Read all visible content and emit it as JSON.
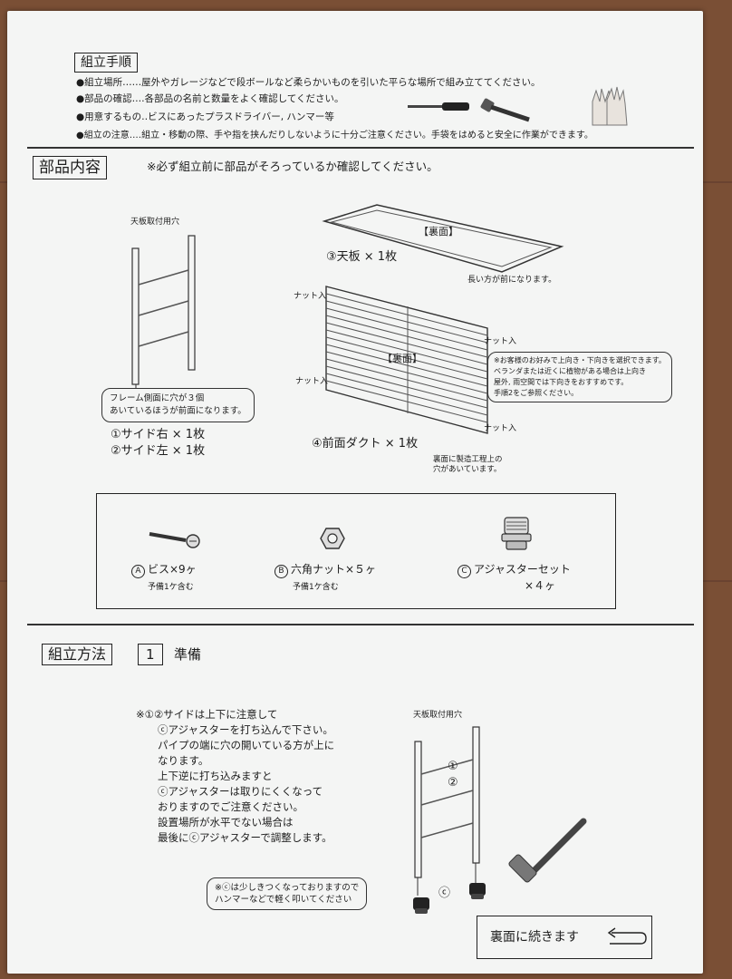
{
  "header": {
    "section_title": "組立手順",
    "bullets": [
      "●組立場所‥‥‥屋外やガレージなどで段ボールなど柔らかいものを引いた平らな場所で組み立ててください。",
      "●部品の確認‥‥各部品の名前と数量をよく確認してください。",
      "●用意するもの‥ビスにあったプラスドライバー, ハンマー等",
      "●組立の注意‥‥組立・移動の際、手や指を挟んだりしないように十分ご注意ください。手袋をはめると安全に作業ができます。"
    ]
  },
  "parts": {
    "section_title": "部品内容",
    "check_note": "※必ず組立前に部品がそろっているか確認してください。",
    "hole_label": "天板取付用穴",
    "frame_callout_line1": "フレーム側面に穴が３個",
    "frame_callout_line2": "あいているほうが前面になります。",
    "side_right": "①サイド右 × 1枚",
    "side_left": "②サイド左 × 1枚",
    "top_panel_back": "【裏面】",
    "top_panel": "③天板 × 1枚",
    "long_side_note": "長い方が前になります。",
    "nut_label": "ナット入",
    "front_duct_back": "【裏面】",
    "front_duct": "④前面ダクト × 1枚",
    "orientation_callout": [
      "※お客様のお好みで上向き・下向きを選択できます。",
      "ベランダまたは近くに植物がある場合は上向き",
      "屋外, 雨空間では下向きをおすすめです。",
      "手順2をご参照ください。"
    ],
    "mfg_hole_line1": "裏面に製造工程上の",
    "mfg_hole_line2": "穴があいています。"
  },
  "hardware": {
    "items": [
      {
        "mark": "A",
        "name": "ビス×9ヶ",
        "sub": "予備1ケ含む",
        "icon": "screw-icon"
      },
      {
        "mark": "B",
        "name": "六角ナット×５ヶ",
        "sub": "予備1ケ含む",
        "icon": "hex-nut-icon"
      },
      {
        "mark": "C",
        "name": "アジャスターセット",
        "sub": "×４ヶ",
        "icon": "adjuster-icon"
      }
    ]
  },
  "assembly": {
    "section_title": "組立方法",
    "step_number": "1",
    "step_title": "準備",
    "instructions": [
      "※①②サイドは上下に注意して",
      "ⓒアジャスターを打ち込んで下さい。",
      "パイプの端に穴の開いている方が上に",
      "なります。",
      "上下逆に打ち込みますと",
      "ⓒアジャスターは取りにくくなって",
      "おりますのでご注意ください。",
      "設置場所が水平でない場合は",
      "最後にⓒアジャスターで調整します。"
    ],
    "hole_label": "天板取付用穴",
    "frame_mark_1": "①",
    "frame_mark_2": "②",
    "adjuster_mark": "ⓒ",
    "hammer_note_line1": "※ⓒは少しきつくなっておりますので",
    "hammer_note_line2": "ハンマーなどで軽く叩いてください",
    "continue_label": "裏面に続きます"
  }
}
